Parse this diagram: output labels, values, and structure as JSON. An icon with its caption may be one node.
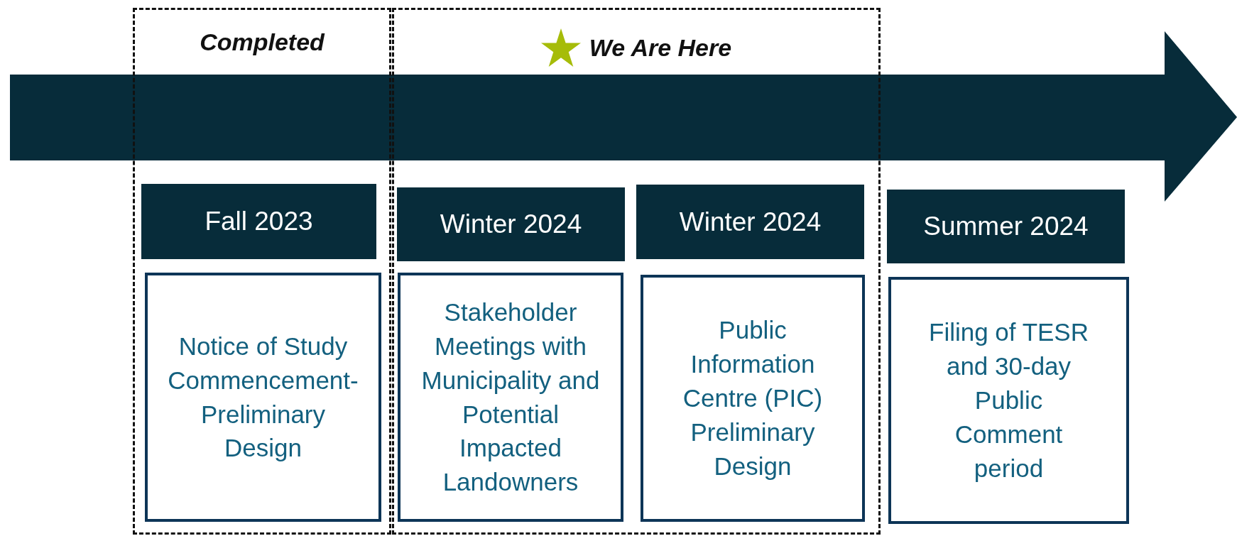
{
  "diagram": {
    "nodes": [
      {
        "text": [
          "Completed"
        ]
      },
      {
        "text": [
          "Fall 2023"
        ],
        "in": 0
      },
      {
        "text": [
          "Notice of Study Commencement- Preliminary Design"
        ],
        "in": 0
      },
      {
        "text": [
          "We Are Here"
        ]
      },
      {
        "text": [
          "Winter 2024"
        ],
        "in": 3
      },
      {
        "text": [
          "Stakeholder Meetings with Municipality and Potential Impacted Landowners"
        ],
        "in": 3
      },
      {
        "text": [
          "Winter 2024"
        ],
        "in": 3
      },
      {
        "text": [
          "Public Information Centre (PIC) Preliminary Design"
        ],
        "in": 3
      },
      {
        "text": [
          "Summer 2024"
        ]
      },
      {
        "text": [
          "Filing of TESR and 30-day Public Comment period"
        ]
      }
    ],
    "edges": []
  }
}
